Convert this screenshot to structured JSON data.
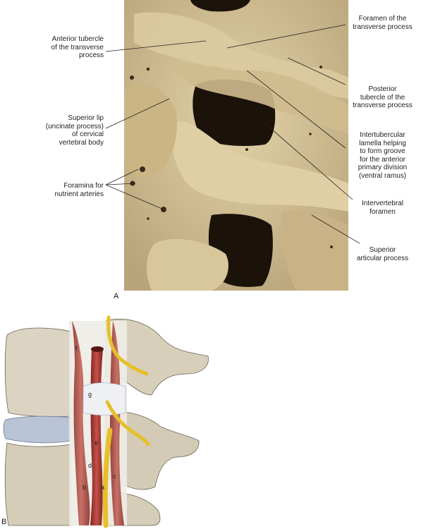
{
  "panel_a": {
    "letter": "A",
    "labels": {
      "anterior_tubercle": "Anterior tubercle\nof the transverse\nprocess",
      "superior_lip": "Superior lip\n(uncinate process)\nof cervical\nvertebral body",
      "foramina_nutrient": "Foramina for\nnutrient arteries",
      "foramen_transverse": "Foramen of the\ntransverse process",
      "posterior_tubercle": "Posterior\ntubercle of the\ntransverse process",
      "intertubercular_lamella": "Intertubercular\nlamella helping\nto form groove\nfor the anterior\nprimary division\n(ventral ramus)",
      "intervertebral_foramen": "Intervertebral\nforamen",
      "superior_articular": "Superior\narticular process"
    }
  },
  "panel_b": {
    "letter": "B",
    "marks": {
      "a": "a",
      "b": "b",
      "c": "c",
      "d": "d",
      "e": "e",
      "f": "f",
      "g": "g"
    }
  },
  "colors": {
    "bone_photo": "#d6c49a",
    "bone_dark": "#2a1e12",
    "bone_drawing": "#d9d1bf",
    "disc": "#b9c3d6",
    "artery": "#a83a33",
    "nerve": "#e6bf2a",
    "muscle": "#b0564c"
  }
}
